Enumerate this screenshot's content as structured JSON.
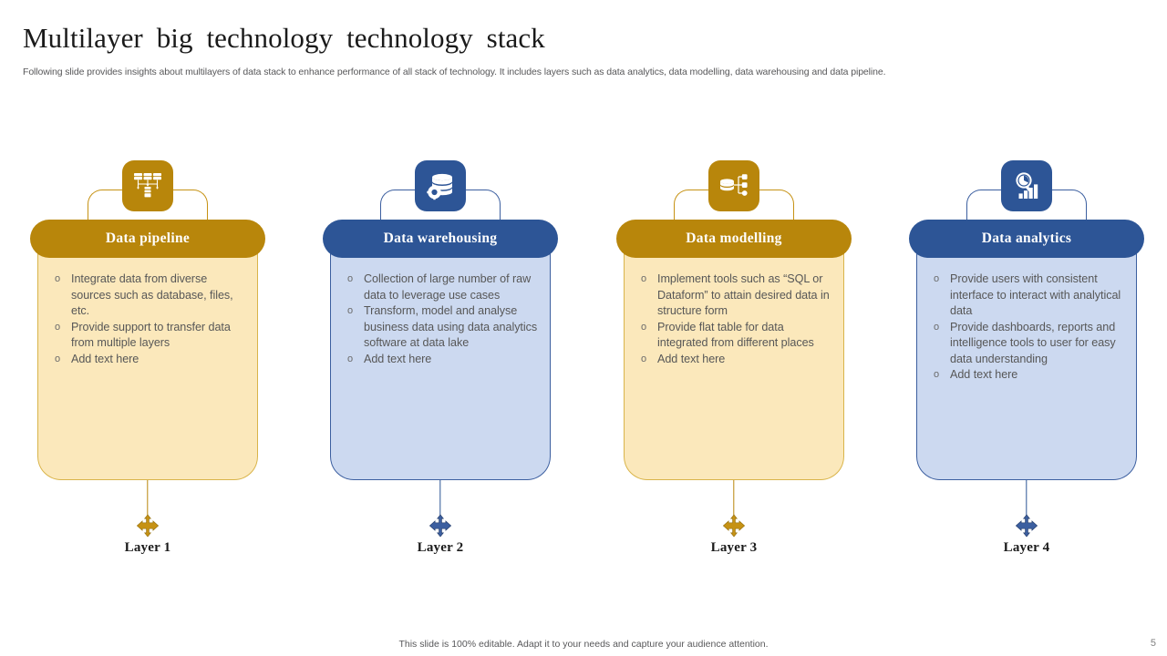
{
  "slide": {
    "title": "Multilayer big technology technology stack",
    "subtitle": "Following slide provides insights about multilayers of data stack to enhance performance of all stack of technology. It includes layers such as data analytics, data modelling, data warehousing and data pipeline.",
    "footer_note": "This slide is 100% editable. Adapt it to your needs and capture your audience attention.",
    "page_number": "5"
  },
  "colors": {
    "gold_dark": "#b8860b",
    "gold_light": "#fbe8bb",
    "gold_border": "#d9b44a",
    "blue_dark": "#2d5596",
    "blue_light": "#ccd9f0",
    "blue_border": "#3c5fa0",
    "title_text": "#1a1a1a",
    "body_text": "#575757"
  },
  "columns": [
    {
      "header": "Data pipeline",
      "theme": "gold",
      "icon": "server-network-icon",
      "layer_label": "Layer 1",
      "bullets": [
        "Integrate data from diverse sources such as database, files, etc.",
        "Provide support to transfer data from multiple layers",
        "Add text here"
      ]
    },
    {
      "header": "Data warehousing",
      "theme": "blue",
      "icon": "database-gear-icon",
      "layer_label": "Layer 2",
      "bullets": [
        "Collection of large number of raw data to leverage use cases",
        "Transform, model and analyse business data using data analytics software at data lake",
        "Add text here"
      ]
    },
    {
      "header": "Data modelling",
      "theme": "gold",
      "icon": "database-branch-icon",
      "layer_label": "Layer 3",
      "bullets": [
        "Implement tools such as “SQL or Dataform” to attain desired data in structure form",
        "Provide flat table for data integrated from different places",
        "Add text here"
      ]
    },
    {
      "header": "Data analytics",
      "theme": "blue",
      "icon": "magnifier-chart-icon",
      "layer_label": "Layer 4",
      "bullets": [
        "Provide users with consistent interface to interact with analytical data",
        "Provide dashboards, reports and intelligence tools to user for easy data understanding",
        "Add text here"
      ]
    }
  ]
}
